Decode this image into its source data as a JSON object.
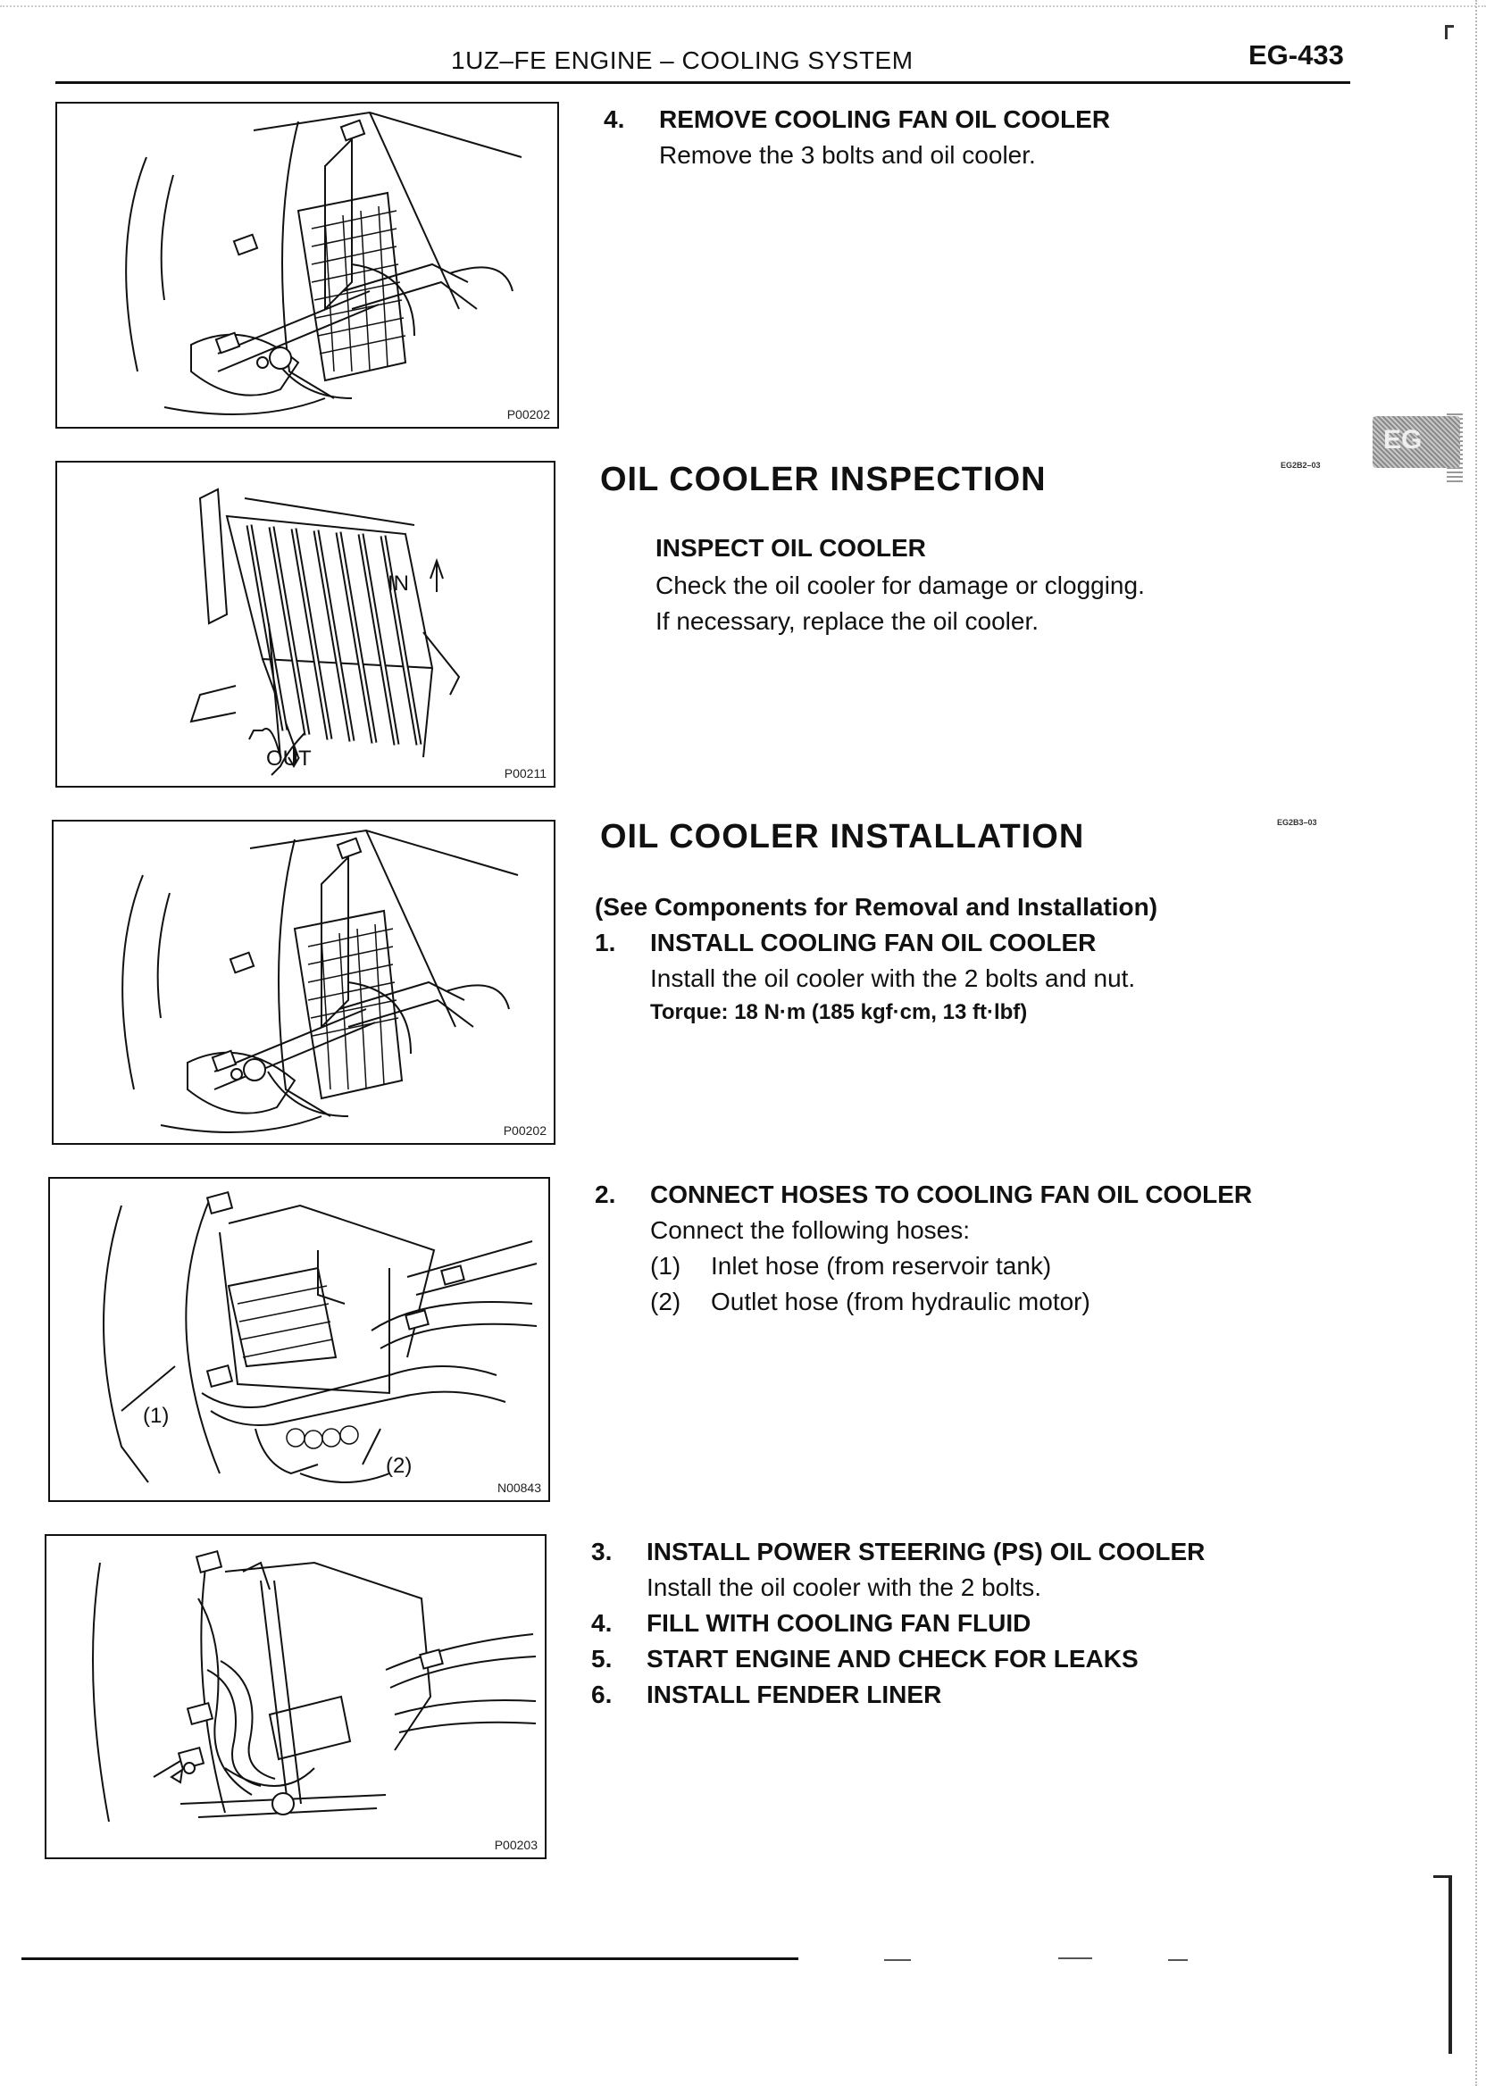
{
  "header": {
    "title": "1UZ–FE ENGINE – COOLING SYSTEM",
    "page": "EG-433"
  },
  "side_tab": "EG",
  "figures": [
    {
      "code": "P00202"
    },
    {
      "code": "P00211",
      "labels": {
        "in": "IN",
        "out": "OUT"
      }
    },
    {
      "code": "P00202"
    },
    {
      "code": "N00843",
      "labels": {
        "one": "(1)",
        "two": "(2)"
      }
    },
    {
      "code": "P00203"
    }
  ],
  "block1": {
    "step_num": "4.",
    "step_title": "REMOVE COOLING FAN OIL COOLER",
    "desc": "Remove the 3 bolts and oil cooler."
  },
  "block2": {
    "section_title": "OIL COOLER INSPECTION",
    "ref": "EG2B2–03",
    "sub_title": "INSPECT OIL COOLER",
    "line1": "Check the oil cooler for damage or clogging.",
    "line2": "If necessary, replace the oil cooler."
  },
  "block3": {
    "section_title": "OIL COOLER INSTALLATION",
    "ref": "EG2B3–03",
    "note": "(See Components for Removal and Installation)",
    "step_num": "1.",
    "step_title": "INSTALL COOLING FAN OIL COOLER",
    "desc": "Install the oil cooler with the 2 bolts and nut.",
    "torque": "Torque: 18 N·m (185 kgf·cm, 13 ft·lbf)"
  },
  "block4": {
    "step_num": "2.",
    "step_title": "CONNECT HOSES TO COOLING FAN OIL COOLER",
    "desc": "Connect the following hoses:",
    "items": [
      {
        "n": "(1)",
        "t": "Inlet hose (from reservoir tank)"
      },
      {
        "n": "(2)",
        "t": "Outlet hose (from hydraulic motor)"
      }
    ]
  },
  "block5": {
    "steps": [
      {
        "n": "3.",
        "t": "INSTALL POWER STEERING (PS) OIL COOLER",
        "desc": "Install the oil cooler with the 2 bolts."
      },
      {
        "n": "4.",
        "t": "FILL WITH COOLING FAN FLUID"
      },
      {
        "n": "5.",
        "t": "START ENGINE AND CHECK FOR LEAKS"
      },
      {
        "n": "6.",
        "t": "INSTALL FENDER LINER"
      }
    ]
  }
}
